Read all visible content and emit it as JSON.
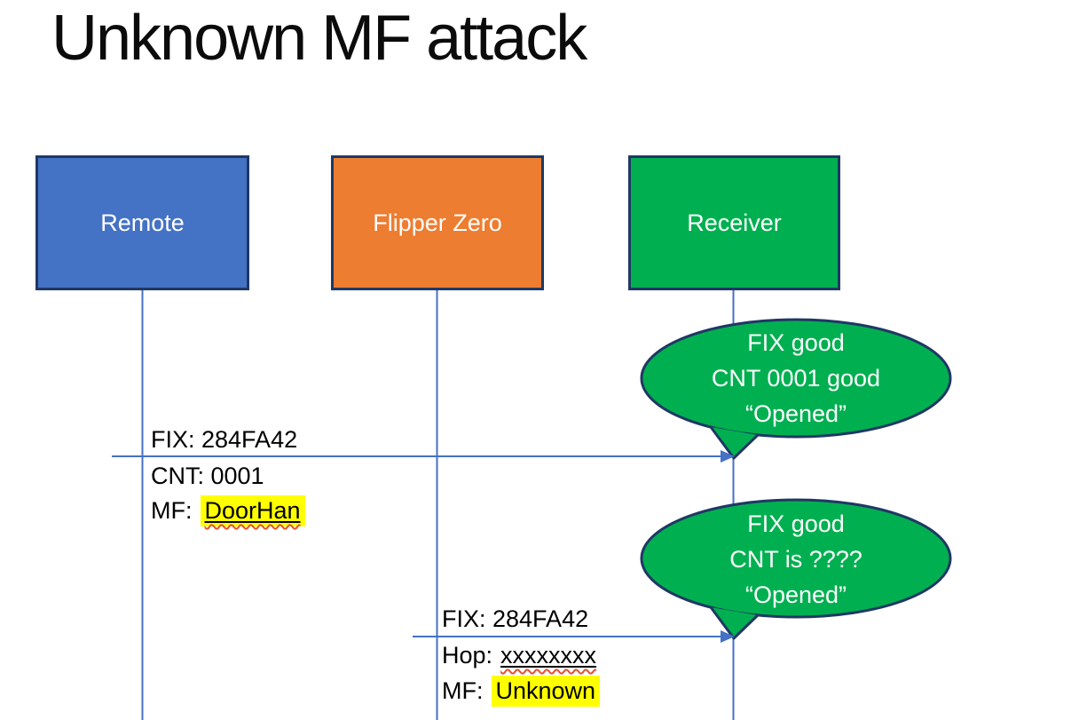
{
  "title": "Unknown MF attack",
  "actors": [
    {
      "label": "Remote",
      "fill": "#4472C4"
    },
    {
      "label": "Flipper Zero",
      "fill": "#ED7D31"
    },
    {
      "label": "Receiver",
      "fill": "#00B050"
    }
  ],
  "messages": [
    {
      "from": "Remote",
      "to": "Receiver",
      "above": "FIX: 284FA42",
      "below": [
        {
          "text": "CNT: 0001"
        },
        {
          "prefix": "MF:",
          "value": "DoorHan",
          "highlight": true,
          "underline": true,
          "spellcheck_squiggle": true
        }
      ]
    },
    {
      "from": "Flipper Zero",
      "to": "Receiver",
      "above": "FIX: 284FA42",
      "below": [
        {
          "prefix": "Hop:",
          "value": "xxxxxxxx",
          "highlight": false,
          "underline": true,
          "spellcheck_squiggle": true
        },
        {
          "prefix": "MF:",
          "value": "Unknown",
          "highlight": true,
          "underline": false,
          "spellcheck_squiggle": false
        }
      ]
    }
  ],
  "callouts": [
    {
      "lines": [
        "FIX good",
        "CNT 0001 good",
        "“Opened”"
      ]
    },
    {
      "lines": [
        "FIX good",
        "CNT is ????",
        "“Opened”"
      ]
    }
  ],
  "colors": {
    "actor_blue": "#4472C4",
    "actor_orange": "#ED7D31",
    "actor_green": "#00B050",
    "callout_green": "#00B050",
    "outline_navy": "#1F3864",
    "connector_blue": "#4472C4",
    "highlight_yellow": "#FFFF00",
    "squiggle_red": "#E8502E",
    "text_black": "#000000",
    "text_white": "#FFFFFF",
    "background": "#FFFFFF"
  }
}
